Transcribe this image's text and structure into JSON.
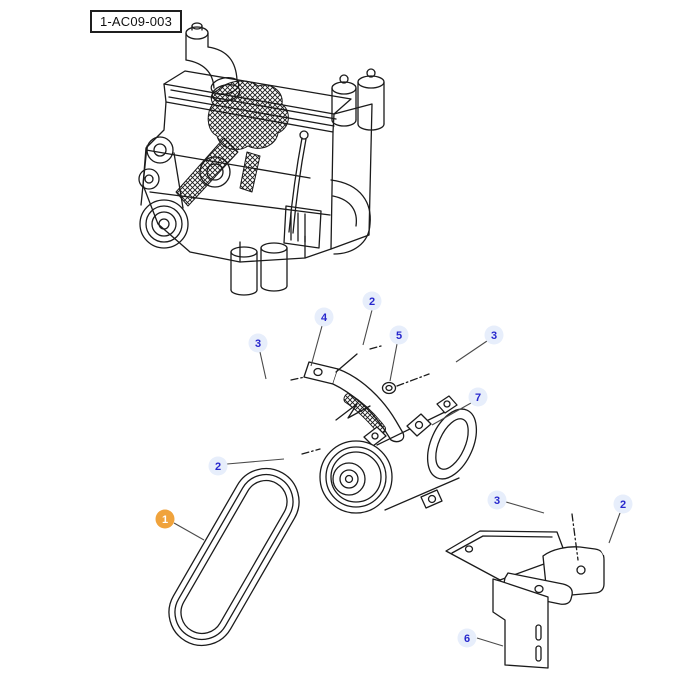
{
  "figure": {
    "label": "1-AC09-003"
  },
  "colors": {
    "line": "#1b1b1b",
    "leader": "#4a4a4a",
    "callout_bg": "#e7eefb",
    "callout_text": "#2727cd",
    "selected_bg": "#f0a33c",
    "selected_text": "#ffffff"
  },
  "callouts": [
    {
      "num": "2",
      "part": "hex-nut-top",
      "selected": false
    },
    {
      "num": "4",
      "part": "pivot-bracket",
      "selected": false
    },
    {
      "num": "5",
      "part": "washer",
      "selected": false
    },
    {
      "num": "3",
      "part": "hex-bolt-right",
      "selected": false
    },
    {
      "num": "3",
      "part": "hex-bolt-left",
      "selected": false
    },
    {
      "num": "7",
      "part": "compressor",
      "selected": false
    },
    {
      "num": "2",
      "part": "hex-nut-middle",
      "selected": false
    },
    {
      "num": "1",
      "part": "drive-belt",
      "selected": true
    },
    {
      "num": "3",
      "part": "hex-bolt-bottom",
      "selected": false
    },
    {
      "num": "2",
      "part": "hex-nut-bottom",
      "selected": false
    },
    {
      "num": "6",
      "part": "mounting-bracket",
      "selected": false
    }
  ]
}
